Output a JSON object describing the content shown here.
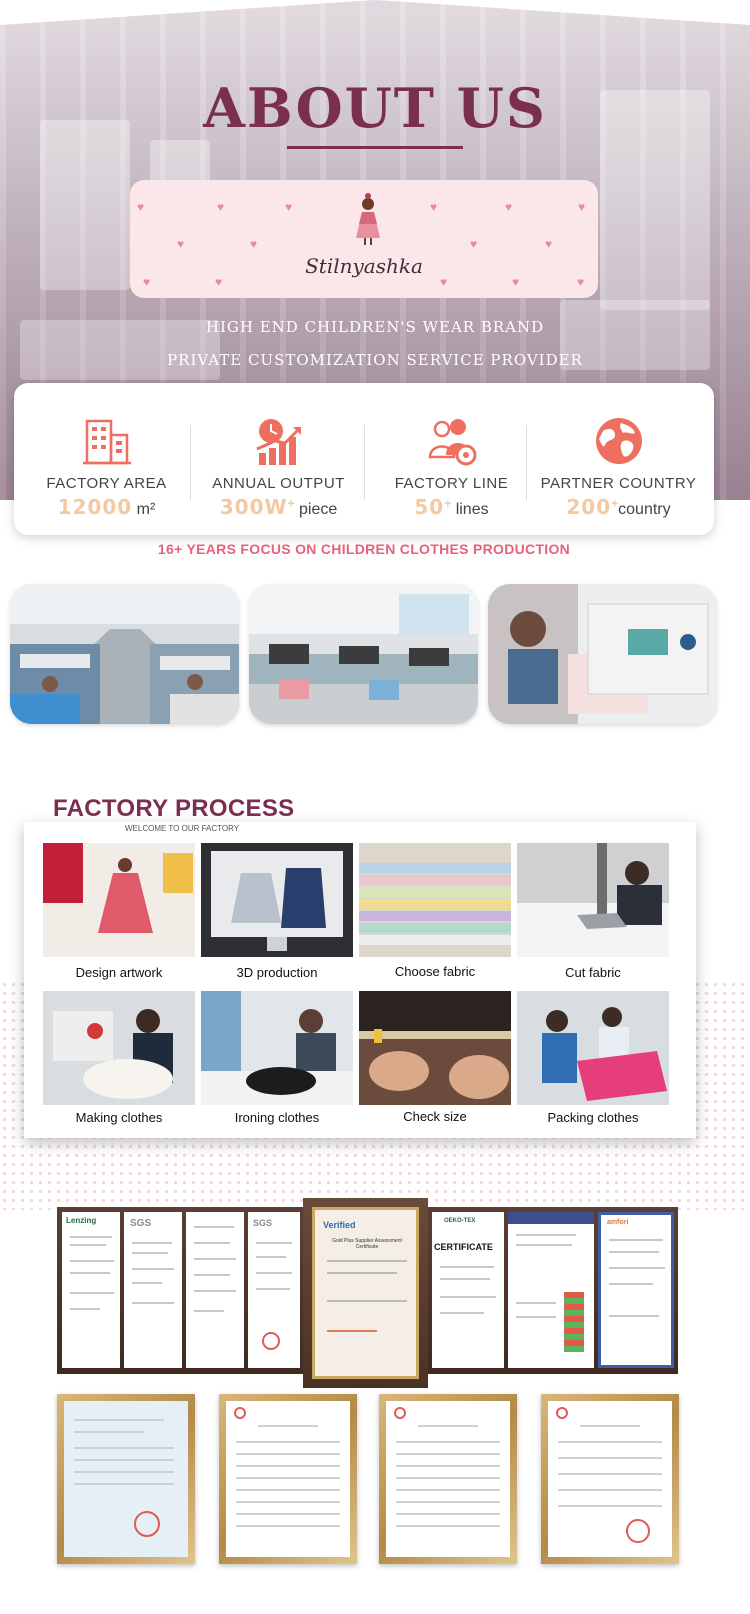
{
  "hero": {
    "title": "ABOUT US",
    "brand_name": "Stilnyashka",
    "tagline_1": "HIGH END CHILDREN'S WEAR BRAND",
    "tagline_2": "PRIVATE CUSTOMIZATION SERVICE PROVIDER"
  },
  "stats": [
    {
      "label": "FACTORY AREA",
      "value": "12000",
      "sup": "",
      "unit": " m²",
      "icon": "building-icon"
    },
    {
      "label": "ANNUAL OUTPUT",
      "value": "300W",
      "sup": "+",
      "unit": " piece",
      "icon": "clock-growth-icon"
    },
    {
      "label": "FACTORY LINE",
      "value": "50",
      "sup": "+",
      "unit": " lines",
      "icon": "workers-gear-icon"
    },
    {
      "label": "PARTNER COUNTRY",
      "value": "200",
      "sup": "+",
      "unit": "country",
      "icon": "globe-icon"
    }
  ],
  "focus_line": "16+ YEARS FOCUS ON CHILDREN CLOTHES PRODUCTION",
  "process": {
    "title": "FACTORY PROCESS",
    "subtitle": "WELCOME TO OUR FACTORY",
    "steps": [
      {
        "label": "Design artwork"
      },
      {
        "label": "3D production"
      },
      {
        "label": "Choose fabric"
      },
      {
        "label": "Cut fabric"
      },
      {
        "label": "Making clothes"
      },
      {
        "label": "Ironing clothes"
      },
      {
        "label": "Check size"
      },
      {
        "label": "Packing clothes"
      }
    ]
  },
  "certificates": {
    "labels": [
      "Lenzing",
      "SGS",
      "SGS",
      "Verified",
      "CERTIFICATE",
      "OEKO-TEX",
      "amfori"
    ],
    "frame_lines": [
      "Verified",
      "Gold Plus Supplier Assessment Certificate"
    ]
  },
  "colors": {
    "brand": "#7a2f4e",
    "accent_pink": "#e8607a",
    "stat_number": "#f3c9a2",
    "icon_coral": "#ee6f5f"
  }
}
